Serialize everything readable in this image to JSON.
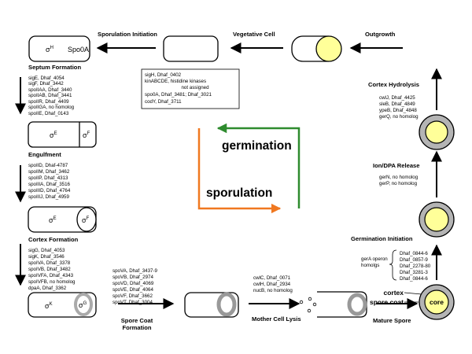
{
  "stages": {
    "sporulation_initiation": "Sporulation Initiation",
    "vegetative_cell": "Vegetative Cell",
    "outgrowth": "Outgrowth",
    "septum_formation": "Septum Formation",
    "engulfment": "Engulfment",
    "cortex_formation": "Cortex Formation",
    "spore_coat_formation_1": "Spore Coat",
    "spore_coat_formation_2": "Formation",
    "mother_cell_lysis": "Mother Cell Lysis",
    "mature_spore": "Mature Spore",
    "germination_initiation": "Germination Initiation",
    "ion_dpa_release": "Ion/DPA Release",
    "cortex_hydrolysis": "Cortex Hydrolysis"
  },
  "cell_labels": {
    "spo0a_sigma": "σ",
    "spo0a_sigma_sup": "H",
    "spo0a": "Spo0A",
    "sigma_e": "σ",
    "sigma_e_sup": "E",
    "sigma_f": "σ",
    "sigma_f_sup": "F",
    "sigma_e2": "σ",
    "sigma_e2_sup": "E",
    "sigma_f2": "σ",
    "sigma_f2_sup": "F",
    "sigma_k": "σ",
    "sigma_k_sup": "K",
    "sigma_g": "σ",
    "sigma_g_sup": "G",
    "core": "core",
    "cortex": "cortex",
    "spore_coat": "spore coat"
  },
  "cycle": {
    "germination": "germination",
    "sporulation": "sporulation"
  },
  "gene_lists": {
    "initiation": [
      "sigH, Dhaf_0402",
      "kinABCDE, histidine kinases",
      "not assigned",
      "spo0A, Dhaf_3481; Dhaf_3021",
      "codY, Dhaf_3711"
    ],
    "septum": [
      "sigE, Dhaf_4054",
      "sigF, Dhaf_3442",
      "spoIIAA, Dhaf_3440",
      "spoIIAB, Dhaf_3441",
      "spoIIR, Dhaf_4409",
      "spoIIGA, no homolog",
      "spoIIE, Dhaf_0143"
    ],
    "engulfment": [
      "spoIID, Dhaf-4787",
      "spoIIM, Dhaf_3462",
      "spoIIP, Dhaf_4313",
      "spoIIIA, Dhaf_3516",
      "spoIIID, Dhaf_4764",
      "spoIIIJ, Dhaf_4959"
    ],
    "cortex_formation": [
      "sigG, Dhaf_4053",
      "sigK, Dhaf_3546",
      "spoIVA, Dhaf_3378",
      "spoIVB, Dhaf_3482",
      "spoIVFA, Dhaf_4343",
      "spoIVFB, no homolog",
      "dpaA, Dhaf_3362"
    ],
    "spore_coat": [
      "spoVA, Dhaf_3437-9",
      "spoVB, Dhaf_2974",
      "spoVD, Dhaf_4069",
      "spoVE, Dhaf_4064",
      "spoVF, Dhaf_3662",
      "spoVT, Dhaf_3004"
    ],
    "lysis": [
      "cwlC, Dhaf_0071",
      "cwlH, Dhaf_2934",
      "nucB, no homolog"
    ],
    "ger_operon": [
      "gerA operon",
      "homolgs"
    ],
    "germination_init": [
      "Dhaf_0844-6",
      "Dhaf_0857-9",
      "Dhaf_2278-80",
      "Dhaf_3281-3",
      "Dhaf_0844-6"
    ],
    "ion_dpa": [
      "gerN, no homolog",
      "gerP, no homolog"
    ],
    "cortex_hydrolysis": [
      "cwlJ, Dhaf_4425",
      "sleB, Dhaf_4849",
      "ypeB, Dhaf_4848",
      "gerQ, no homolog"
    ]
  },
  "colors": {
    "germination_arrow": "#2e8b2e",
    "sporulation_arrow": "#f07820",
    "spore_yellow": "#ffff99",
    "coat_gray": "#b4b4b4"
  }
}
